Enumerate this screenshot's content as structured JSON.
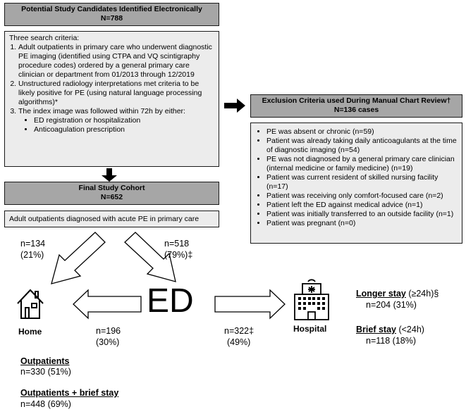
{
  "candidates": {
    "title": "Potential Study Candidates Identified Electronically",
    "count": "N=788",
    "intro": "Three search criteria:",
    "criteria": [
      "Adult outpatients in primary care who underwent diagnostic PE imaging (identified using CTPA and VQ scintigraphy procedure codes) ordered by a general primary care clinician or department from 01/2013 through 12/2019",
      "Unstructured radiology interpretations met criteria to be likely positive for PE (using natural language processing algorithms)*",
      "The index image was followed within 72h by either:"
    ],
    "sub_criteria": [
      "ED registration or hospitalization",
      "Anticoagulation prescription"
    ]
  },
  "exclusion": {
    "title": "Exclusion Criteria used During Manual Chart Review†",
    "count": "N=136 cases",
    "items": [
      "PE was absent or chronic (n=59)",
      "Patient was already taking daily anticoagulants at the time of diagnostic imaging (n=54)",
      "PE was not diagnosed by a general primary care clinician (internal medicine or family medicine) (n=19)",
      "Patient was current resident of skilled nursing facility (n=17)",
      "Patient was receiving only comfort-focused care (n=2)",
      "Patient left the ED against medical advice (n=1)",
      "Patient was initially transferred to an outside facility (n=1)",
      "Patient was pregnant (n=0)"
    ]
  },
  "cohort": {
    "title": "Final Study Cohort",
    "count": "N=652",
    "description": "Adult outpatients diagnosed with acute PE in primary care"
  },
  "flows": {
    "home_direct_n": "n=134",
    "home_direct_pct": "(21%)",
    "ed_n": "n=518",
    "ed_pct": "(79%)‡",
    "ed_home_n": "n=196",
    "ed_home_pct": "(30%)",
    "ed_hosp_n": "n=322‡",
    "ed_hosp_pct": "(49%)"
  },
  "nodes": {
    "home": "Home",
    "ed": "ED",
    "hospital": "Hospital"
  },
  "stays": {
    "longer_label": "Longer stay",
    "longer_suffix": " (≥24h)§",
    "longer_value": "n=204 (31%)",
    "brief_label": "Brief stay",
    "brief_suffix": " (<24h)",
    "brief_value": "n=118 (18%)"
  },
  "summary": {
    "outpatients_label": "Outpatients",
    "outpatients_value": "n=330 (51%)",
    "outpatients_brief_label": "Outpatients + brief stay",
    "outpatients_brief_value": "n=448 (69%)"
  },
  "colors": {
    "header": "#a6a6a6",
    "body": "#ececec",
    "stroke": "#1a1a1a"
  },
  "icons": [
    "house-icon",
    "hospital-icon"
  ]
}
